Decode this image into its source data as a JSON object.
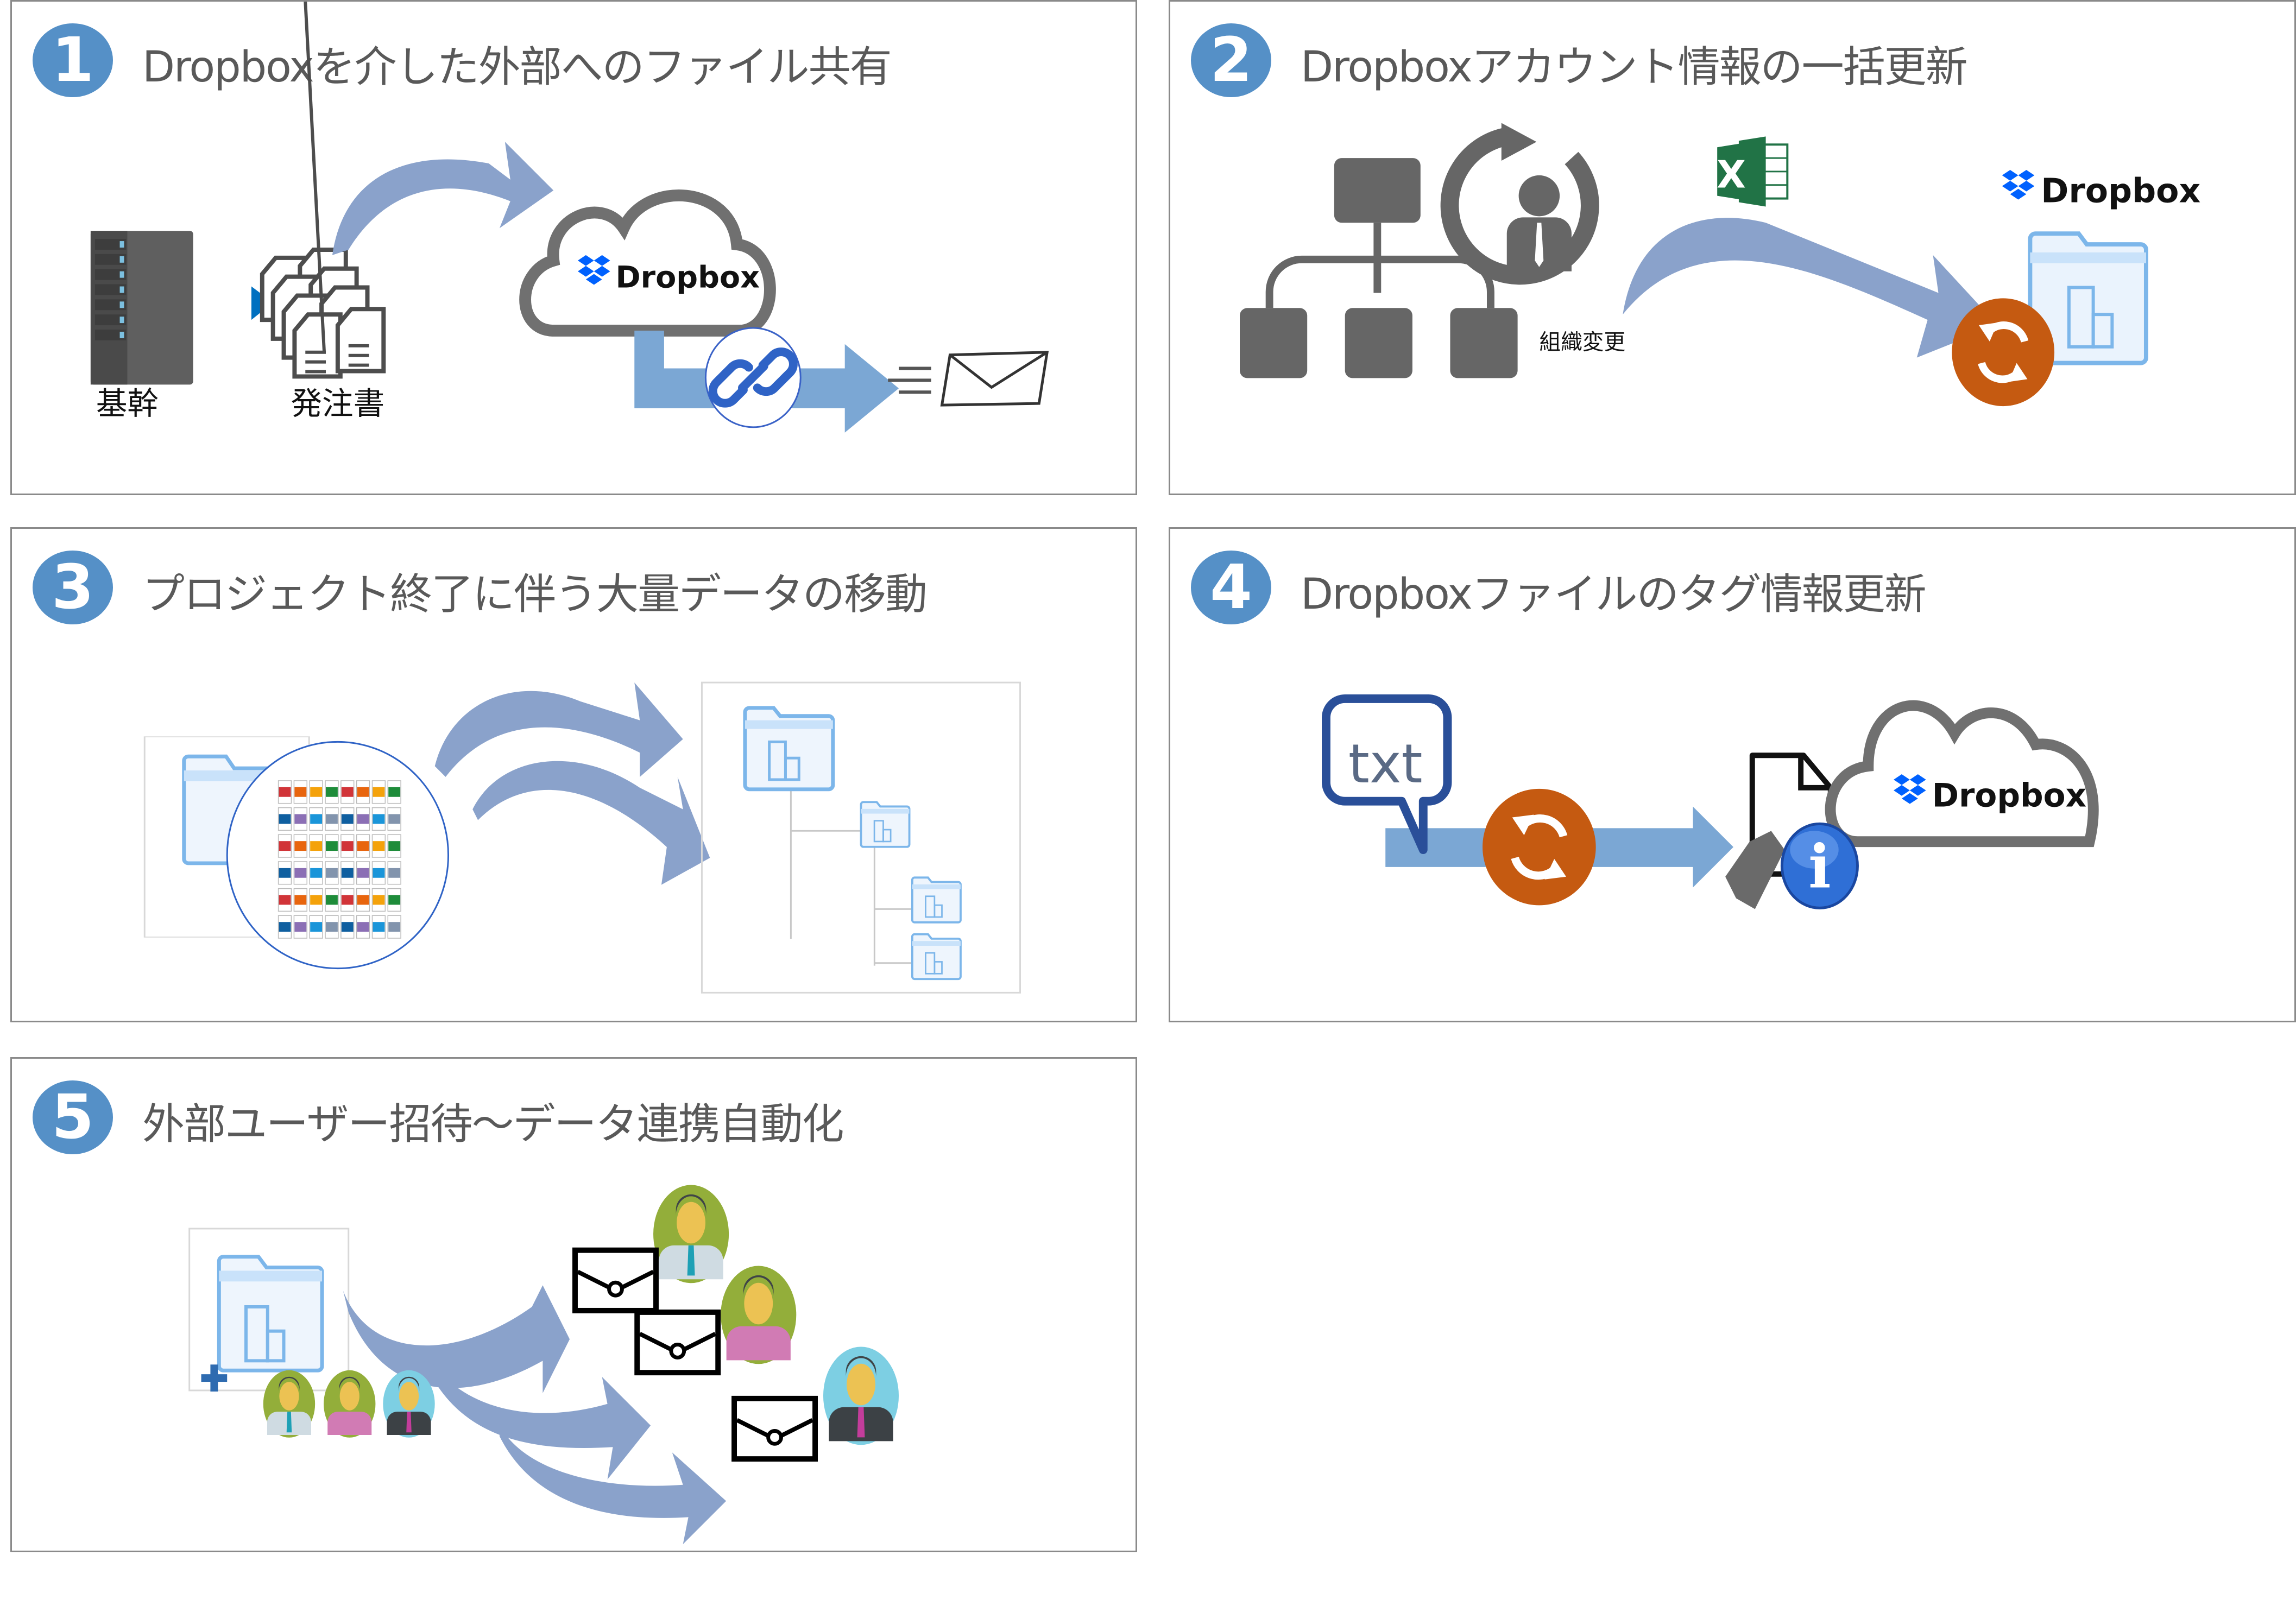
{
  "colors": {
    "badge": "#5590c7",
    "title_text": "#595959",
    "panel_border": "#8a8a8a",
    "flow_arrow": "#8aa2cb",
    "link_arrow": "#7ba7d4",
    "sync_orange": "#c55a11",
    "dropbox_blue": "#0061fe",
    "excel_green": "#217346",
    "folder_blue": "#7cb6ea"
  },
  "panels": [
    {
      "number": "1",
      "title": "Dropboxを介した外部へのファイル共有",
      "labels": {
        "server": "基幹",
        "documents": "発注書",
        "cloud_brand": "Dropbox"
      },
      "icons": [
        "server-icon",
        "documents-icon",
        "flow-arrow-icon",
        "cloud-icon",
        "dropbox-logo-icon",
        "link-icon",
        "envelope-icon"
      ]
    },
    {
      "number": "2",
      "title": "Dropboxアカウント情報の一括更新",
      "labels": {
        "org_change": "組織変更",
        "brand": "Dropbox",
        "excel": "X"
      },
      "icons": [
        "org-chart-icon",
        "user-refresh-icon",
        "excel-icon",
        "flow-arrow-icon",
        "dropbox-logo-icon",
        "folder-icon",
        "sync-icon"
      ]
    },
    {
      "number": "3",
      "title": "プロジェクト終了に伴う大量データの移動",
      "labels": {},
      "file_grid": {
        "rows": 6,
        "cols": 8,
        "row_colors_a": [
          "#d13438",
          "#e8650e",
          "#f4a20b",
          "#1e8c3a",
          "#d13438",
          "#e8650e",
          "#f4a20b",
          "#1e8c3a"
        ],
        "row_colors_b": [
          "#0f5fa0",
          "#8b6fb5",
          "#1a95d9",
          "#8294ad",
          "#0f5fa0",
          "#8b6fb5",
          "#1a95d9",
          "#8294ad"
        ]
      },
      "icons": [
        "source-folder-icon",
        "files-circle-icon",
        "flow-arrow-icon",
        "folder-tree-icon"
      ]
    },
    {
      "number": "4",
      "title": "Dropboxファイルのタグ情報更新",
      "labels": {
        "text_bubble": "txt",
        "cloud_brand": "Dropbox",
        "info": "i"
      },
      "icons": [
        "txt-bubble-icon",
        "sync-icon",
        "arrow-icon",
        "document-icon",
        "tag-icon",
        "info-icon",
        "cloud-icon",
        "dropbox-logo-icon"
      ]
    },
    {
      "number": "5",
      "title": "外部ユーザー招待～データ連携自動化",
      "labels": {
        "plus": "+"
      },
      "icons": [
        "shared-folder-icon",
        "add-user-icon",
        "user-avatar-icon",
        "flow-arrow-icon",
        "invitation-envelope-icon"
      ]
    }
  ]
}
